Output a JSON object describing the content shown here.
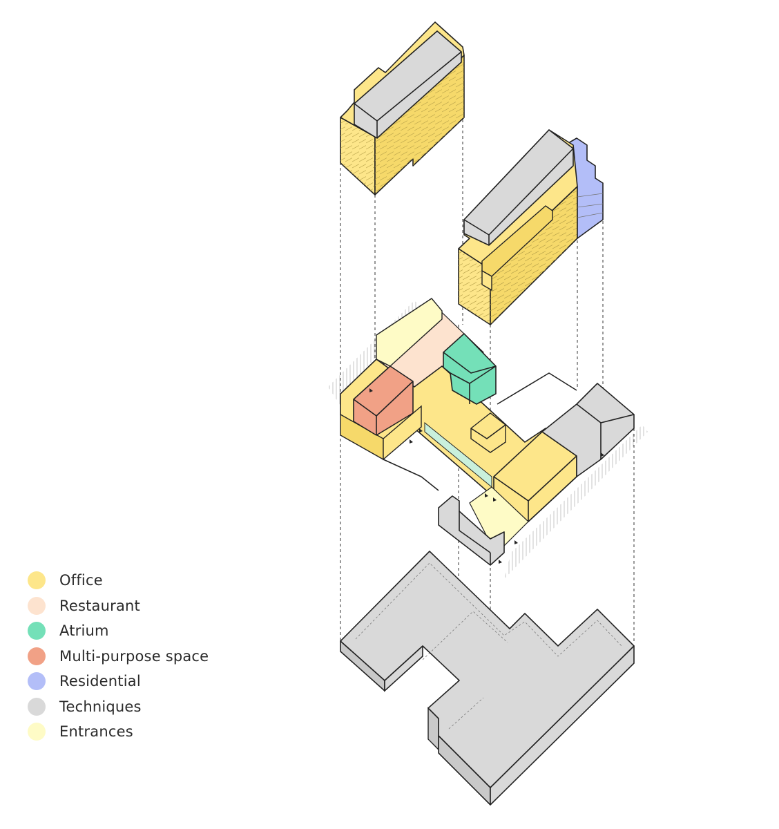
{
  "legend": {
    "items": [
      {
        "label": "Office",
        "color": "#fde68a"
      },
      {
        "label": "Restaurant",
        "color": "#fde3cf"
      },
      {
        "label": "Atrium",
        "color": "#74e0b8"
      },
      {
        "label": "Multi-purpose space",
        "color": "#f1a186"
      },
      {
        "label": "Residential",
        "color": "#b3bef8"
      },
      {
        "label": "Techniques",
        "color": "#d9d9d9"
      },
      {
        "label": "Entrances",
        "color": "#fefbc6"
      }
    ]
  },
  "palette": {
    "office": "#fde68a",
    "office_side": "#f6d96a",
    "restaurant": "#fde3cf",
    "atrium": "#74e0b8",
    "multipurpose": "#f1a186",
    "residential": "#b3bef8",
    "techniques": "#d9d9d9",
    "techniques_side": "#c9c9c9",
    "entrances": "#fefbc6",
    "line": "#222222"
  }
}
